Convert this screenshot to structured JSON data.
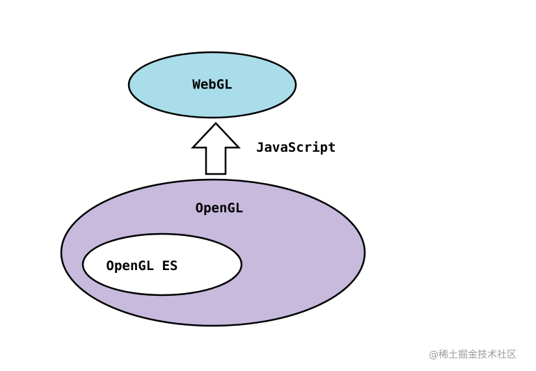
{
  "diagram": {
    "title": "WebGL / OpenGL relationship diagram",
    "nodes": {
      "webgl": {
        "label": "WebGL"
      },
      "opengl": {
        "label": "OpenGL"
      },
      "opengl_es": {
        "label": "OpenGL ES"
      }
    },
    "arrow": {
      "label": "JavaScript",
      "direction": "up",
      "from": "opengl",
      "to": "webgl"
    },
    "colors": {
      "webgl_fill": "#a9dde9",
      "opengl_fill": "#c7badd",
      "opengl_es_fill": "#ffffff",
      "arrow_fill": "#ffffff",
      "stroke": "#000000"
    }
  },
  "watermark": {
    "text": "@稀土掘金技术社区"
  }
}
